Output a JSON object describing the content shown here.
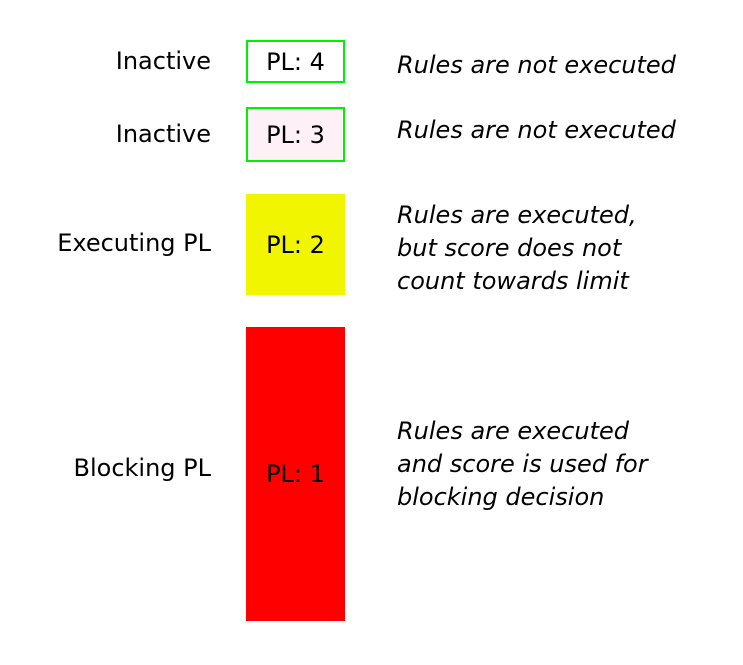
{
  "diagram": {
    "background": "#ffffff",
    "text_color": "#000000",
    "border_green": "#00f000",
    "rows": [
      {
        "label": "Inactive",
        "box": {
          "text": "PL: 4",
          "fill": "#ffffff",
          "border": "#00f000"
        },
        "description": [
          "Rules are not executed"
        ]
      },
      {
        "label": "Inactive",
        "box": {
          "text": "PL: 3",
          "fill": "#fdf0f7",
          "border": "#00f000"
        },
        "description": [
          "Rules are not executed"
        ]
      },
      {
        "label": "Executing PL",
        "box": {
          "text": "PL: 2",
          "fill": "#f2f500",
          "border": "#f2f500"
        },
        "description": [
          "Rules are executed,",
          "but score does not",
          "count towards limit"
        ]
      },
      {
        "label": "Blocking PL",
        "box": {
          "text": "PL: 1",
          "fill": "#fe0000",
          "border": "#fe0000"
        },
        "description": [
          "Rules are executed",
          "and score is used for",
          "blocking decision"
        ]
      }
    ]
  }
}
